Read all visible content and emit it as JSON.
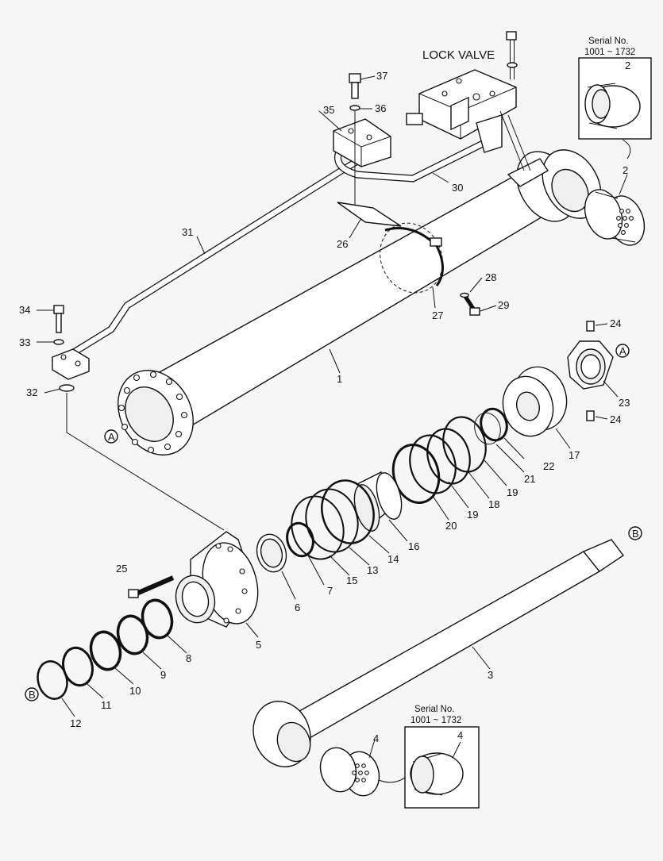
{
  "diagram": {
    "title": "LOCK VALVE",
    "serial_boxes": [
      {
        "heading": "Serial No.",
        "range": "1001 ~ 1732",
        "part": "2"
      },
      {
        "heading": "Serial No.",
        "range": "1001 ~ 1732",
        "part": "4"
      }
    ],
    "callout_markers": {
      "a_top": "A",
      "a_nut": "A",
      "b_rod": "B",
      "b_seal": "B"
    },
    "part_labels": {
      "p37": "37",
      "p36": "36",
      "p35": "35",
      "p30": "30",
      "p31": "31",
      "p26": "26",
      "p2": "2",
      "p28": "28",
      "p29": "29",
      "p27": "27",
      "p34": "34",
      "p33": "33",
      "p32": "32",
      "p1": "1",
      "p24a": "24",
      "p24b": "24",
      "p23": "23",
      "p17": "17",
      "p22": "22",
      "p21": "21",
      "p19a": "19",
      "p18": "18",
      "p19b": "19",
      "p20": "20",
      "p16": "16",
      "p14": "14",
      "p13": "13",
      "p15": "15",
      "p7": "7",
      "p6": "6",
      "p25": "25",
      "p5": "5",
      "p8": "8",
      "p9": "9",
      "p10": "10",
      "p11": "11",
      "p12": "12",
      "p3": "3",
      "p4": "4"
    }
  }
}
